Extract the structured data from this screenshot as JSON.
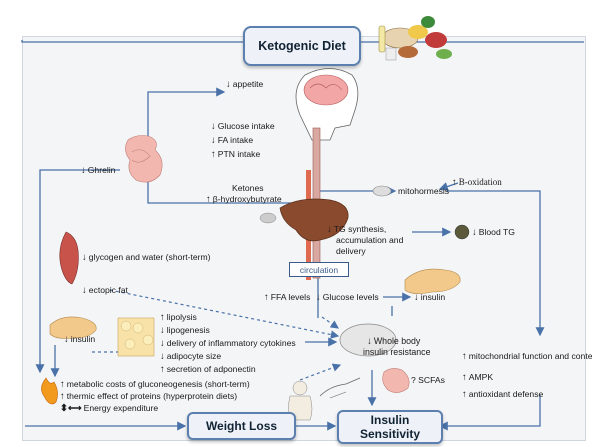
{
  "title": "Ketogenic Diet",
  "bottom": {
    "weight_loss": "Weight Loss",
    "insulin_sensitivity_1": "Insulin",
    "insulin_sensitivity_2": "Sensitivity"
  },
  "brain": {
    "appetite": "appetite"
  },
  "intake": [
    "Glucose intake",
    "FA intake",
    "PTN intake"
  ],
  "gut": {
    "ghrelin": "Ghrelin"
  },
  "ketones": {
    "line1": "Ketones",
    "line2": "β-hydroxybutyrate"
  },
  "mito": {
    "mitohormesis": "mitohormesis",
    "beta_ox": "B-oxidation"
  },
  "liver": {
    "line1": "TG synthesis,",
    "line2": "accumulation and",
    "line3": "delivery",
    "blood_tg": "Blood TG"
  },
  "muscle": {
    "glycogen": "glycogen and water (short-term)",
    "ectopic_fat": "ectopic fat"
  },
  "circulation": "circulation",
  "levels": {
    "ffa": "FFA levels",
    "glucose": "Glucose levels",
    "insulin": "insulin"
  },
  "adipose": [
    "lipolysis",
    "lipogenesis",
    "delivery of inflammatory cytokines",
    "adipocyte size",
    "secretion of adponectin"
  ],
  "pancreas_left": {
    "insulin": "insulin"
  },
  "wbir": {
    "line1": "Whole body",
    "line2": "insulin resistance"
  },
  "scfas": "SCFAs",
  "mito_function": [
    "mitochondrial function",
    "and content",
    "AMPK",
    "antioxidant defense"
  ],
  "energy": [
    "metabolic costs of gluconeogenesis (short-term)",
    "thermic effect of proteins (hyperprotein diets)",
    "Energy expenditure"
  ],
  "colors": {
    "arrow": "#4a72a8",
    "box_border": "#5b7fae",
    "circulation": "#3b5b8a"
  }
}
